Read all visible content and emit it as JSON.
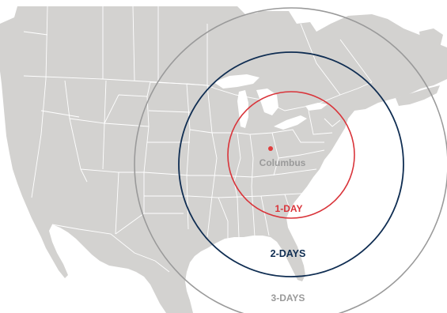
{
  "map": {
    "origin": {
      "city_label": "Columbus",
      "marker_color": "#e03c3c",
      "label_color": "#9a9a9a"
    },
    "rings": [
      {
        "label": "1-DAY",
        "color": "#d9343a",
        "label_color": "#d9343a"
      },
      {
        "label": "2-DAYS",
        "color": "#0f2d52",
        "label_color": "#0f2d52"
      },
      {
        "label": "3-DAYS",
        "color": "#9a9a9a",
        "label_color": "#9a9a9a"
      }
    ],
    "land_color": "#d3d2d0",
    "border_color": "#ffffff",
    "water_color": "#ffffff"
  }
}
